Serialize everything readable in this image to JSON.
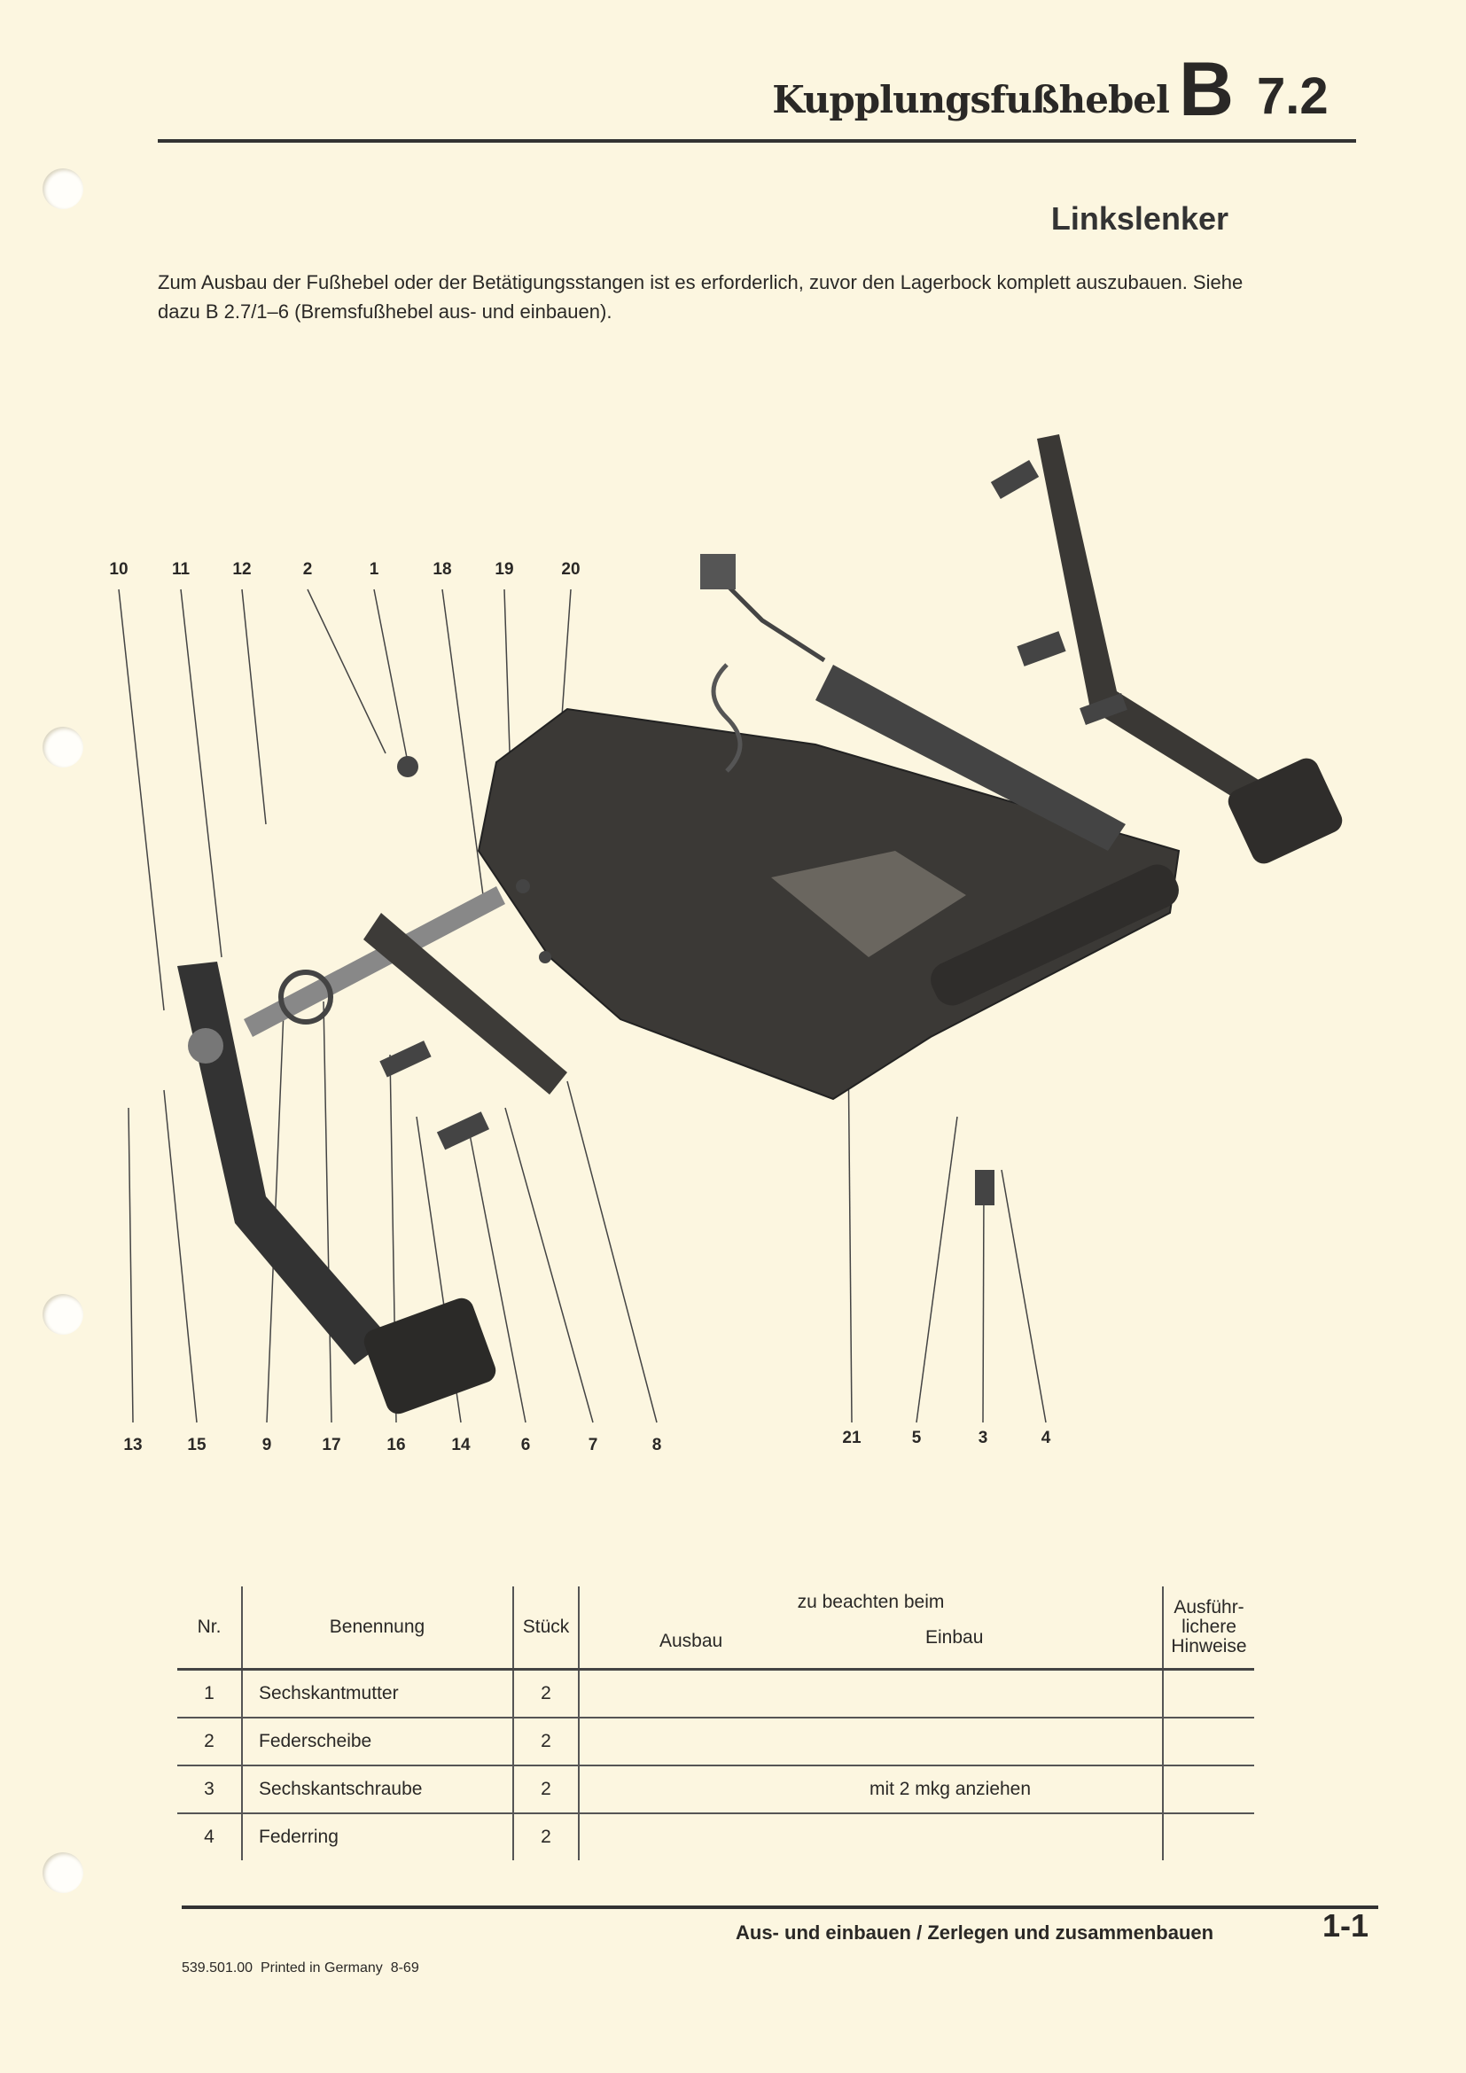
{
  "header": {
    "title": "Kupplungsfußhebel",
    "section_letter": "B",
    "section_number": "7.2"
  },
  "subtitle": "Linkslenker",
  "intro": "Zum Ausbau der Fußhebel oder der Betätigungsstangen ist es erforderlich, zuvor den Lagerbock komplett auszubauen. Siehe dazu B 2.7/1–6 (Bremsfußhebel aus- und einbauen).",
  "diagram": {
    "top_callouts": [
      "10",
      "11",
      "12",
      "2",
      "1",
      "18",
      "19",
      "20"
    ],
    "bottom_callouts": [
      "13",
      "15",
      "9",
      "17",
      "16",
      "14",
      "6",
      "7",
      "8",
      "21",
      "5",
      "3",
      "4"
    ]
  },
  "table": {
    "headers": {
      "nr": "Nr.",
      "name": "Benennung",
      "qty": "Stück",
      "group": "zu beachten beim",
      "removal": "Ausbau",
      "install": "Einbau",
      "hints": "Ausführ-lichere Hinweise"
    },
    "rows": [
      {
        "nr": "1",
        "name": "Sechskantmutter",
        "qty": "2",
        "removal": "",
        "install": ""
      },
      {
        "nr": "2",
        "name": "Federscheibe",
        "qty": "2",
        "removal": "",
        "install": ""
      },
      {
        "nr": "3",
        "name": "Sechskantschraube",
        "qty": "2",
        "removal": "",
        "install": "mit 2 mkg anziehen"
      },
      {
        "nr": "4",
        "name": "Federring",
        "qty": "2",
        "removal": "",
        "install": ""
      }
    ]
  },
  "footer": {
    "title": "Aus- und einbauen / Zerlegen und zusammenbauen",
    "page": "1-1",
    "code": "539.501.00  Printed in Germany  8-69"
  }
}
